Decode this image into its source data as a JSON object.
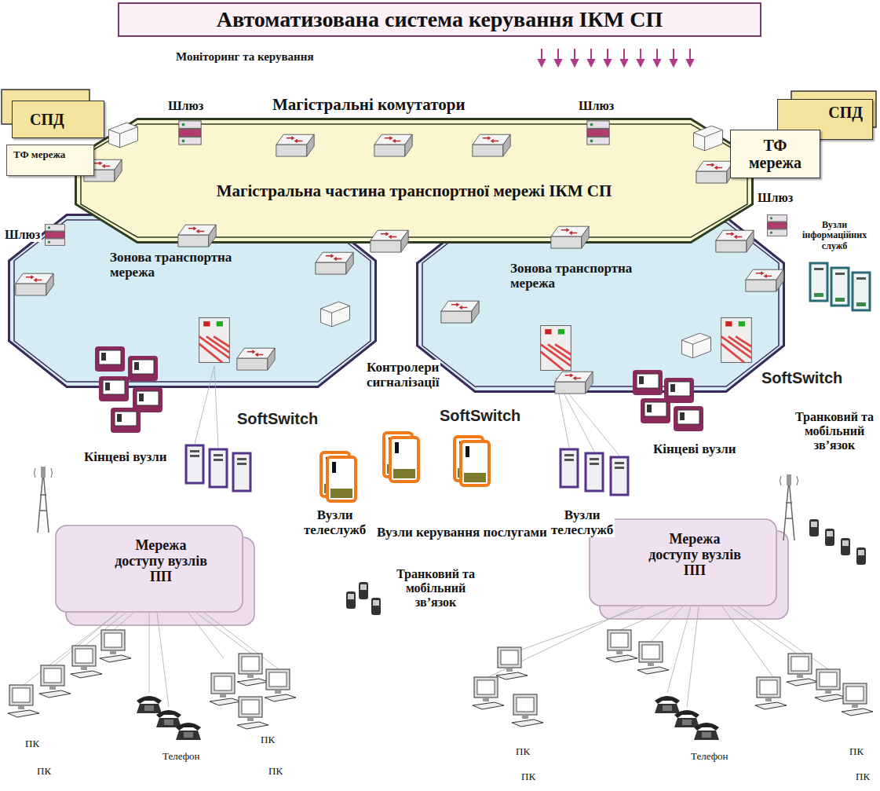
{
  "diagram": {
    "title": "Автоматизована система керування ІКМ СП",
    "nodes": [
      {
        "text": [
          "СПД"
        ]
      },
      {
        "text": [
          "ТФ мережа"
        ]
      },
      {
        "text": [
          "СПД"
        ]
      },
      {
        "text": [
          "ТФ мережа"
        ]
      },
      {
        "text": [
          "Магістральна частина транспортної мережі ІКМ СП"
        ]
      },
      {
        "text": [
          "Зонова транспортна мережа"
        ]
      },
      {
        "text": [
          "Зонова транспортна мережа"
        ]
      },
      {
        "text": [
          "Мережа доступу вузлів ПП"
        ]
      },
      {
        "text": [
          "Мережа доступу вузлів ПП"
        ]
      }
    ],
    "labels": [
      "Моніторинг та керування",
      "Шлюз",
      "Магістральні комутатори",
      "Шлюз",
      "Шлюз",
      "Шлюз",
      "Вузли інформаційних служб",
      "Контролери сигналізації",
      "SoftSwitch",
      "SoftSwitch",
      "SoftSwitch",
      "Кінцеві вузли",
      "Транковий та мобільний зв’язок",
      "Кінцеві вузли",
      "Вузли телеслужб",
      "Вузли керування послугами",
      "Вузли телеслужб",
      "Транковий та мобільний зв’язок",
      "ПК",
      "ПК",
      "Телефон",
      "ПК",
      "ПК",
      "ПК",
      "ПК",
      "Телефон",
      "ПК",
      "ПК"
    ]
  }
}
